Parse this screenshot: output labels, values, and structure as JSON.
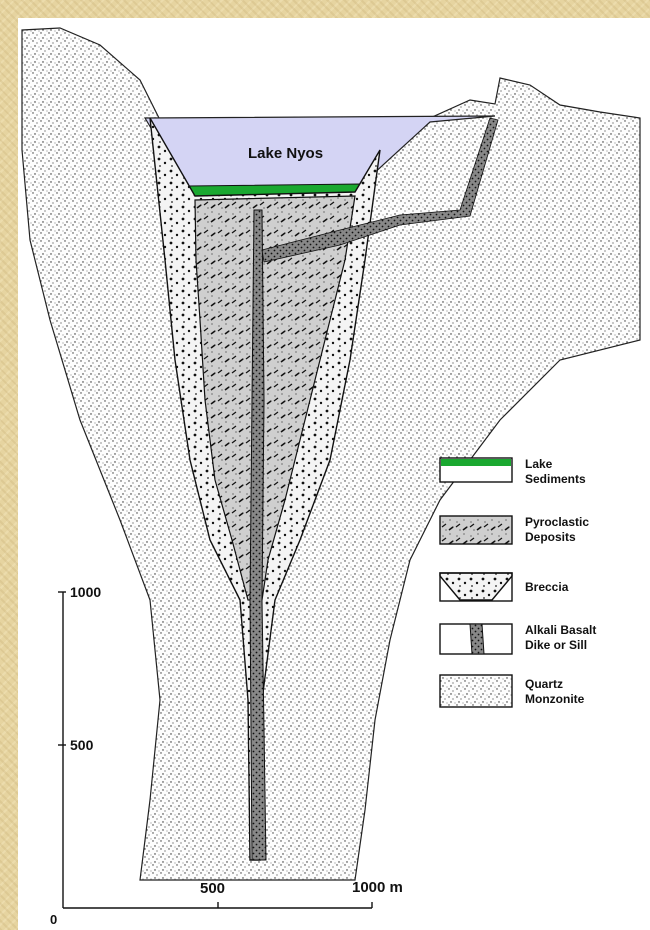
{
  "lake": {
    "name": "Lake Nyos",
    "color": "#d4d4f4"
  },
  "legend": [
    {
      "id": "lake-sediments",
      "label_lines": [
        "Lake",
        "Sediments"
      ],
      "color": "#1aa830"
    },
    {
      "id": "pyroclastic-deposits",
      "label_lines": [
        "Pyroclastic",
        "Deposits"
      ]
    },
    {
      "id": "breccia",
      "label_lines": [
        "Breccia"
      ]
    },
    {
      "id": "alkali-basalt",
      "label_lines": [
        "Alkali Basalt",
        "Dike or Sill"
      ]
    },
    {
      "id": "quartz-monzonite",
      "label_lines": [
        "Quartz",
        "Monzonite"
      ]
    }
  ],
  "scale": {
    "vertical_ticks": [
      "1000",
      "500"
    ],
    "origin": "0",
    "horizontal_ticks": [
      "500",
      "1000 m"
    ]
  },
  "colors": {
    "background": "#e6d4a0",
    "ink": "#111111"
  }
}
